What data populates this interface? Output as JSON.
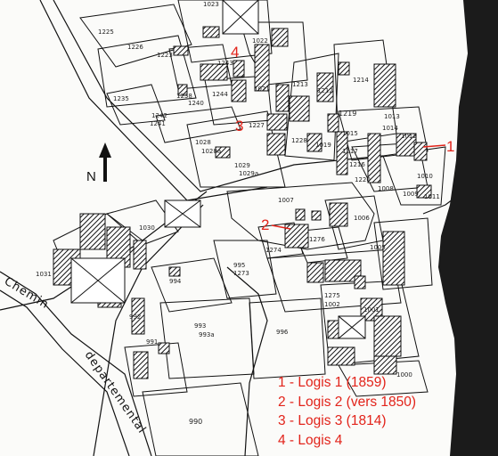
{
  "map": {
    "road_label_part1": "Chemin",
    "road_label_part2": "departemental",
    "north_label": "N",
    "parcels": [
      "1023",
      "1225",
      "1226",
      "1022",
      "1223",
      "1243",
      "1021",
      "1213",
      "1214",
      "1235",
      "1238",
      "1240",
      "1244",
      "1212",
      "1242",
      "1241",
      "1227",
      "1219",
      "1013",
      "1015",
      "1014",
      "1012",
      "1028",
      "1028a",
      "1029",
      "1029a",
      "1228",
      "1019",
      "1217",
      "1216",
      "1220",
      "1011",
      "1010",
      "1008",
      "1009",
      "1007",
      "1006",
      "1030",
      "1274",
      "1276",
      "1005",
      "995",
      "1273",
      "994",
      "1031",
      "993",
      "993a",
      "992",
      "996",
      "1275",
      "1002",
      "1001",
      "991",
      "1000",
      "990"
    ],
    "markers": [
      "1",
      "2",
      "3",
      "4"
    ]
  },
  "legend": {
    "items": [
      "1 - Logis 1 (1859)",
      "2 - Logis 2 (vers 1850)",
      "3 - Logis 3 (1814)",
      "4 - Logis 4"
    ]
  }
}
